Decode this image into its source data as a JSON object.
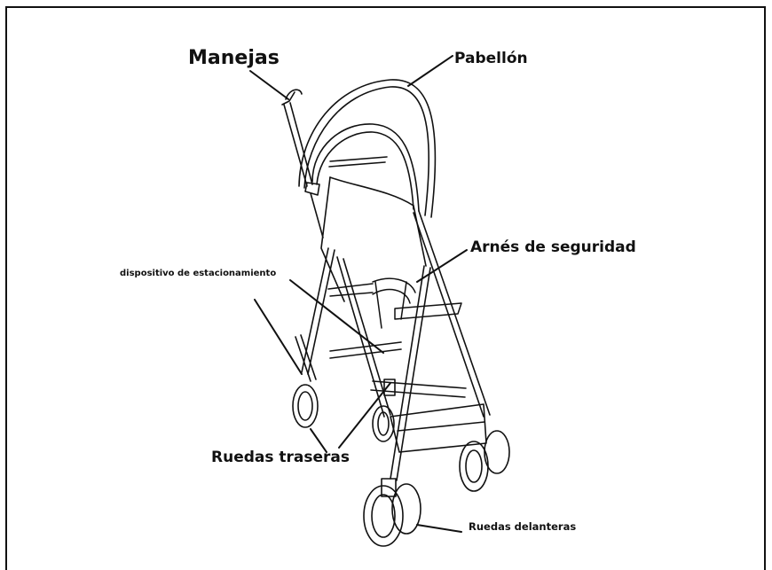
{
  "labels": {
    "handles": "Manejas",
    "canopy": "Pabellón",
    "harness": "Arnés de seguridad",
    "parking_device": "dispositivo de estacionamiento",
    "rear_wheels": "Ruedas traseras",
    "front_wheels": "Ruedas delanteras"
  },
  "colors": {
    "line": "#111111",
    "background": "#ffffff"
  }
}
